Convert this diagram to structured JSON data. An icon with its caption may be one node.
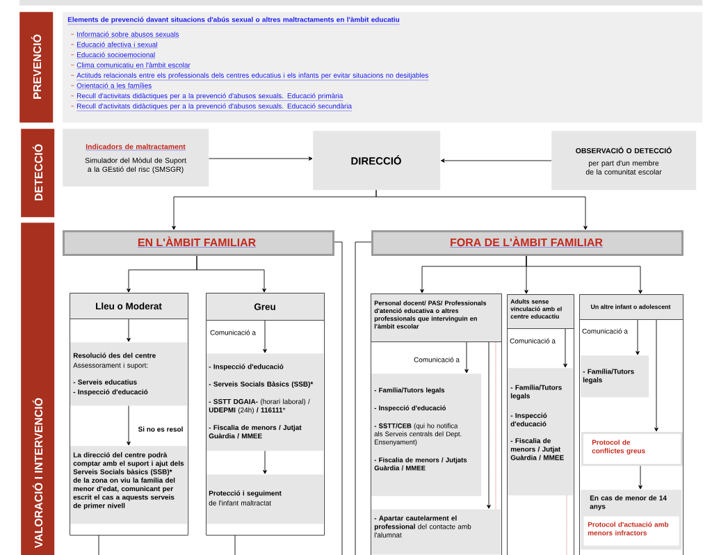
{
  "diagram": {
    "nodes": [
      {
        "text": [
          "PREVENCIÓ"
        ]
      },
      {
        "text": [
          "Elements de prevenció davant situacions d'abús sexual o altres maltractaments en l'àmbit educatiu",
          "Informació sobre abusos sexuals",
          "Educació afectiva i sexual",
          "Educació socioemocional",
          "Clima comunicatiu en l'àmbit escolar",
          "Actituds relacionals entre els professionals dels centres educatius i els infants per evitar situacions no desitjables",
          "Orientació a les famílies",
          "Recull d'activitats didàctiques per a la prevenció d'abusos sexuals. Educació primària",
          "Recull d'activitats didàctiques per a la prevenció d'abusos sexuals. Educació secundària"
        ]
      },
      {
        "text": [
          "DETECCIÓ"
        ]
      },
      {
        "text": [
          "Indicadors de maltractament",
          "Simulador del Mòdul de Suport a la GEstió del risc (SMSGR)"
        ]
      },
      {
        "text": [
          "DIRECCIÓ"
        ]
      },
      {
        "text": [
          "OBSERVACIÓ O DETECCIÓ",
          "per part d'un membre de la comunitat escolar"
        ]
      },
      {
        "text": [
          "VALORACIÓ I INTERVENCIÓ"
        ]
      },
      {
        "text": [
          "EN L'ÀMBIT FAMILIAR"
        ]
      },
      {
        "text": [
          "FORA DE L'ÀMBIT FAMILIAR"
        ]
      },
      {
        "text": [],
        "shape": "box"
      },
      {
        "text": [
          "Lleu o Moderat"
        ],
        "in": 9
      },
      {
        "text": [
          "Resolució des del centre",
          "Assessorament i suport:",
          "- Serveis educatius",
          "- Inspecció d'educació"
        ],
        "in": 9
      },
      {
        "text": [
          "La direcció del centre podrà comptar amb el suport i ajut dels Serveis Socials bàsics (SSB)* de la zona on viu la família del menor d’edat, comunicant per escrit el cas a aquests serveis de primer nivell"
        ],
        "in": 9
      },
      {
        "text": [],
        "shape": "box"
      },
      {
        "text": [
          "Greu"
        ],
        "in": 13
      },
      {
        "text": [
          "- Inspecció d'educació",
          "- Serveis Socials Bàsics (SSB)*",
          "**- SSTT DGAIA-** (horari laboral) / **UDEPMI** (24h) **/ 116111***",
          "- Fiscalia de menors / Jutjat Guàrdia / MMEE"
        ],
        "in": 13
      },
      {
        "text": [
          "Protecció i seguiment",
          "de l'infant maltractat"
        ],
        "in": 13
      },
      {
        "text": [],
        "shape": "box"
      },
      {
        "text": [
          "Personal docent/ PAS/ Professionals d'atenció educativa o altres professionals que intervinguin en l'àmbit escolar"
        ],
        "in": 17
      },
      {
        "text": [
          "- Família/Tutors legals",
          "- Inspecció d'educació",
          "**- SSTT/CEB** (qui ho notifica als Serveis centrals del Dept. Ensenyament)",
          "- Fiscalia de menors / Jutjats Guàrdia / MMEE"
        ],
        "in": 17
      },
      {
        "text": [
          "**- Apartar cautelarment el professional** del contacte amb l'alumnat"
        ],
        "in": 17
      },
      {
        "text": [],
        "shape": "box"
      },
      {
        "text": [
          "Adults sense vinculació amb el centre educactiu"
        ],
        "in": 21
      },
      {
        "text": [
          "- Família/Tutors legals",
          "- Inspecció d'educació",
          "- Fiscalia de menors / Jutjat Guàrdia / MMEE"
        ],
        "in": 21
      },
      {
        "text": [],
        "shape": "box"
      },
      {
        "text": [
          "Un altre infant o adolescent"
        ],
        "in": 24
      },
      {
        "text": [
          "- Família/Tutors legals"
        ],
        "in": 24
      },
      {
        "text": [
          "Protocol de conflictes greus"
        ],
        "in": 24
      },
      {
        "text": [
          "En cas de menor de 14 anys"
        ],
        "in": 24
      },
      {
        "text": [
          "Protocol d'actuació amb menors infractors"
        ],
        "in": 28
      }
    ],
    "edges": [
      {
        "from": 3,
        "to": 4,
        "arrow": "to"
      },
      {
        "from": 5,
        "to": 4,
        "arrow": "to"
      },
      {
        "from": 4,
        "to": 7,
        "arrow": "to"
      },
      {
        "from": 4,
        "to": 8,
        "arrow": "to"
      },
      {
        "from": 7,
        "to": 10,
        "arrow": "to"
      },
      {
        "from": 7,
        "to": 14,
        "arrow": "to"
      },
      {
        "from": 10,
        "to": 11,
        "arrow": "to"
      },
      {
        "from": 11,
        "to": 12,
        "arrow": "to",
        "label": "Si no es resol"
      },
      {
        "from": 14,
        "to": 15,
        "arrow": "to",
        "label": "Comunicació a"
      },
      {
        "from": 15,
        "to": 16,
        "arrow": "to"
      },
      {
        "from": 8,
        "to": 18,
        "arrow": "to"
      },
      {
        "from": 8,
        "to": 22,
        "arrow": "to"
      },
      {
        "from": 8,
        "to": 25,
        "arrow": "to"
      },
      {
        "from": 18,
        "to": 19,
        "arrow": "to",
        "label": "Comunicació a"
      },
      {
        "from": 18,
        "to": 20,
        "arrow": "to"
      },
      {
        "from": 18,
        "to": 20,
        "arrow": "none",
        "style": "dashed",
        "color": "#e05a4f"
      },
      {
        "from": 22,
        "to": 23,
        "arrow": "to",
        "label": "Comunicació a"
      },
      {
        "from": 25,
        "to": 26,
        "arrow": "to",
        "label": "Comunicació a"
      },
      {
        "from": 25,
        "to": 27,
        "arrow": "to"
      },
      {
        "from": 27,
        "to": 28,
        "arrow": "to"
      },
      {
        "from": 7,
        "to": null,
        "arrow": "none"
      },
      {
        "from": 8,
        "to": null,
        "arrow": "none"
      },
      {
        "from": 9,
        "to": null,
        "arrow": "none"
      },
      {
        "from": 13,
        "to": null,
        "arrow": "none"
      },
      {
        "from": 23,
        "to": null,
        "arrow": "none",
        "style": "dashed",
        "color": "#e05a4f"
      }
    ]
  }
}
